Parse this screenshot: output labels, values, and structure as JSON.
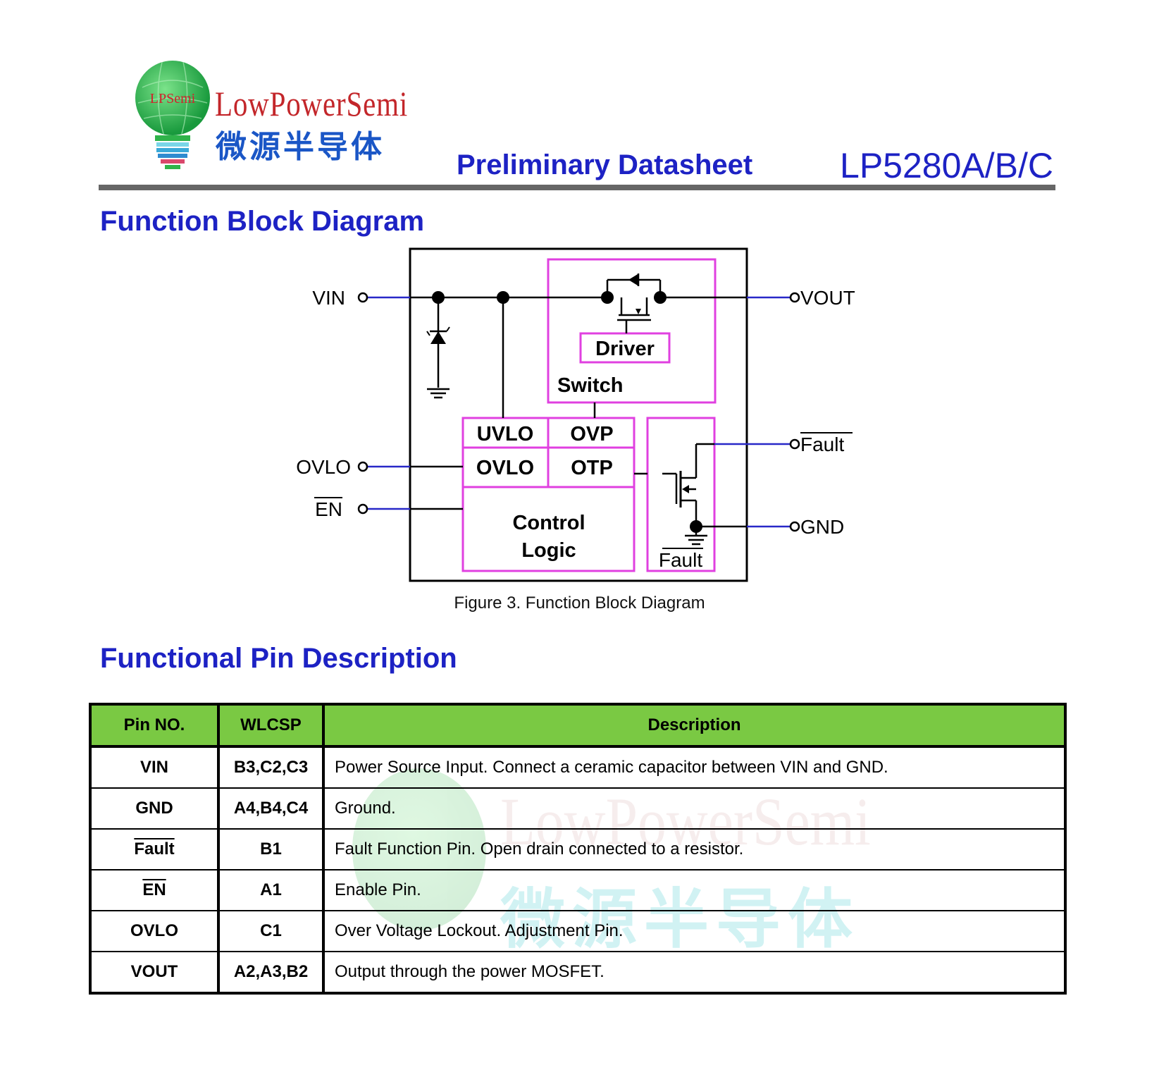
{
  "header": {
    "logo_badge": "LPSemi",
    "brand_en": "LowPowerSemi",
    "brand_cn": "微源半导体",
    "doc_type": "Preliminary Datasheet",
    "part_number": "LP5280A/B/C"
  },
  "sections": {
    "block_diagram_title": "Function Block Diagram",
    "pin_description_title": "Functional Pin Description"
  },
  "diagram": {
    "pins_left": {
      "vin": "VIN",
      "ovlo": "OVLO",
      "en": "EN"
    },
    "pins_right": {
      "vout": "VOUT",
      "fault": "Fault",
      "gnd": "GND"
    },
    "blocks": {
      "driver": "Driver",
      "switch": "Switch",
      "uvlo": "UVLO",
      "ovp": "OVP",
      "ovlo": "OVLO",
      "otp": "OTP",
      "control_1": "Control",
      "control_2": "Logic",
      "fault_block": "Fault"
    },
    "caption": "Figure 3. Function Block Diagram"
  },
  "watermark": {
    "en": "LowPowerSemi",
    "cn": "微源半导体"
  },
  "pin_table": {
    "headers": [
      "Pin NO.",
      "WLCSP",
      "Description"
    ],
    "rows": [
      {
        "pin": "VIN",
        "wlcsp": "B3,C2,C3",
        "desc": "Power Source Input. Connect a ceramic capacitor between VIN and GND.",
        "overline": false
      },
      {
        "pin": "GND",
        "wlcsp": "A4,B4,C4",
        "desc": "Ground.",
        "overline": false
      },
      {
        "pin": "Fault",
        "wlcsp": "B1",
        "desc": "Fault Function Pin. Open drain connected to a resistor.",
        "overline": true
      },
      {
        "pin": "EN",
        "wlcsp": "A1",
        "desc": "Enable Pin.",
        "overline": true
      },
      {
        "pin": "OVLO",
        "wlcsp": "C1",
        "desc": "Over Voltage Lockout. Adjustment Pin.",
        "overline": false
      },
      {
        "pin": "VOUT",
        "wlcsp": "A2,A3,B2",
        "desc": "Output through the power MOSFET.",
        "overline": false
      }
    ]
  },
  "colors": {
    "title_blue": "#1d22c4",
    "block_magenta": "#e040e0",
    "wire_blue": "#2828c8",
    "table_header_green": "#7ac943",
    "brand_red": "#c3262a"
  }
}
